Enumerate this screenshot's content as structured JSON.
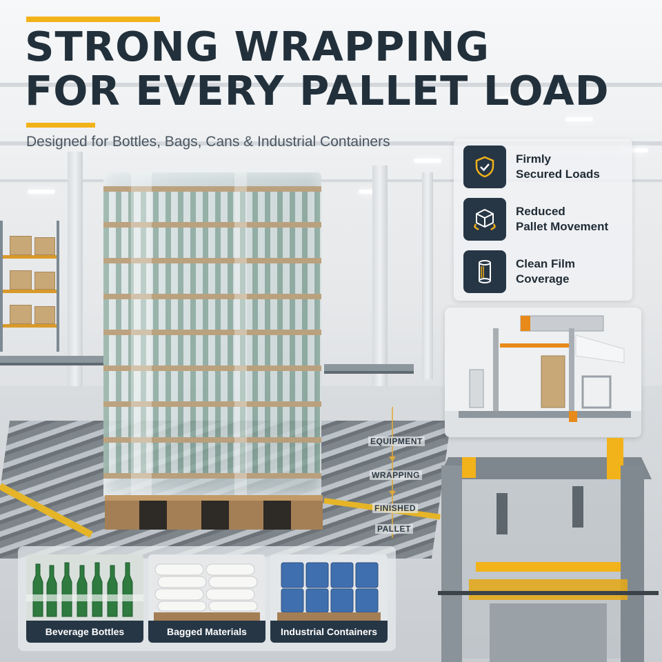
{
  "header": {
    "title_line1": "STRONG WRAPPING",
    "title_line2": "FOR EVERY PALLET LOAD",
    "subtitle": "Designed for Bottles, Bags, Cans & Industrial Containers"
  },
  "features": [
    {
      "icon": "shield-check-icon",
      "line1": "Firmly",
      "line2": "Secured Loads"
    },
    {
      "icon": "cube-arrows-icon",
      "line1": "Reduced",
      "line2": "Pallet Movement"
    },
    {
      "icon": "film-roll-icon",
      "line1": "Clean Film",
      "line2": "Coverage"
    }
  ],
  "flow": {
    "step1": "EQUIPMENT",
    "step2": "WRAPPING",
    "step3": "FINISHED",
    "step4": "PALLET"
  },
  "products": [
    {
      "label": "Beverage Bottles"
    },
    {
      "label": "Bagged Materials"
    },
    {
      "label": "Industrial Containers"
    }
  ],
  "colors": {
    "accent": "#f2b21a",
    "navy": "#263645",
    "title": "#22303b"
  }
}
